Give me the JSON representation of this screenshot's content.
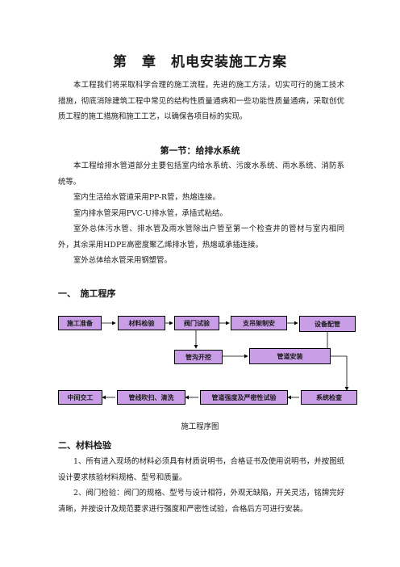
{
  "doc": {
    "title": "第　章　机电安装施工方案",
    "intro": "本工程我们将采取科学合理的施工流程，先进的施工方法，切实可行的施工技术措施，彻底消除建筑工程中常见的结构性质量通病和一些功能性质量通病，采取创优质工程的施工措施和施工工艺，以确保各项目标的实现。",
    "section1": "第一节：给排水系统",
    "p1": "本工程给排水管道部分主要包括室内给水系统、污废水系统、雨水系统、消防系统等。",
    "p2": "室内生活给水管道采用PP-R管，热熔连接。",
    "p3": "室内排水管采用PVC-U排水管，承插式粘结。",
    "p4": "室外总体污水管、排水管及雨水管除出户管至第一个检查井的管材与室内相同外，其余采用HDPE高密度聚乙烯排水管，热熔或承插连接。",
    "p5": "室外总体给水管采用钢塑管。",
    "heading1": "一、　施工程序",
    "heading2": "二、材料检验",
    "caption": "施工程序图",
    "q1": "1、所有进入现场的材料必须具有材质说明书，合格证书及使用说明书，并按图纸设计要求核验材料规格、型号和质量。",
    "q2": "2、阀门检验：阀门的规格、型号与设计相符，外观无缺陷，开关灵活，铭牌完好清晰，并按设计及规范要求进行强度和严密性试验，合格后方可进行安装。"
  },
  "flow": {
    "box1": "施工准备",
    "box2": "材料检验",
    "box3": "阀门试验",
    "box4": "支吊架制安",
    "box5": "设备配管",
    "box6": "管沟开挖",
    "box7": "管道安装",
    "box8": "中间交工",
    "box9": "管线吹扫、清洗",
    "box10": "管道强度及严密性试验",
    "box11": "系统检查"
  },
  "colors": {
    "box_fill": "#c99ee6",
    "line": "#000000"
  }
}
